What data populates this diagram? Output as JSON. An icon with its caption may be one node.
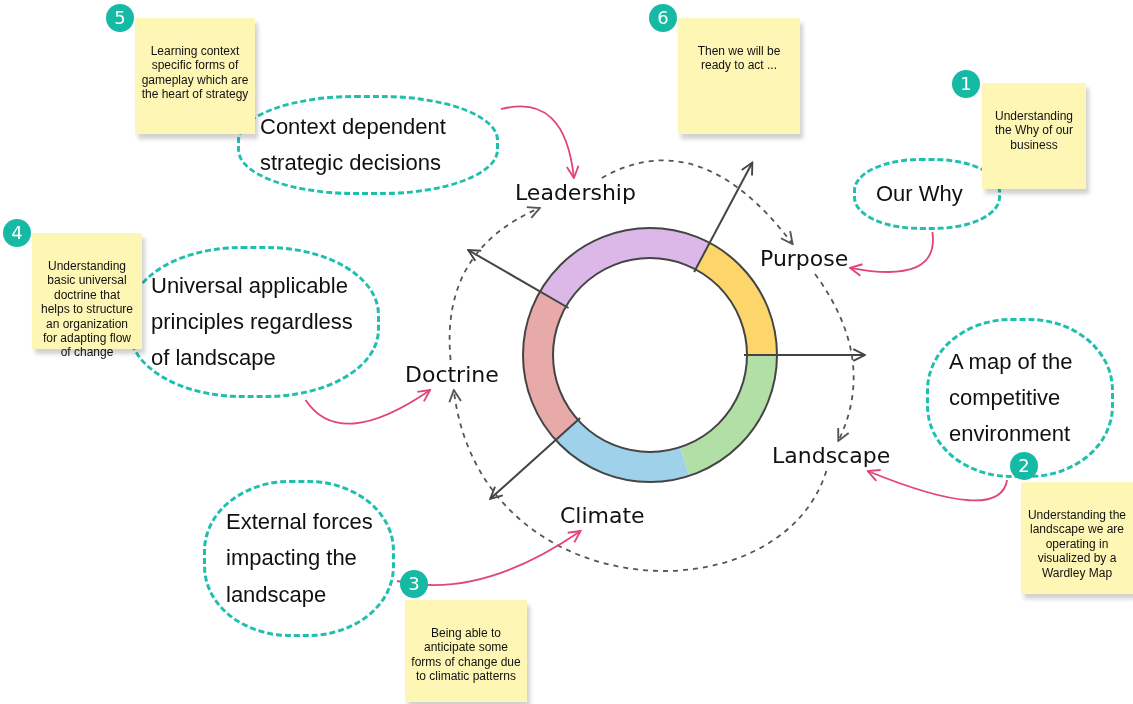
{
  "diagram": {
    "nodes": [
      {
        "text": [
          "Leadership"
        ]
      },
      {
        "text": [
          "Purpose"
        ]
      },
      {
        "text": [
          "Landscape"
        ]
      },
      {
        "text": [
          "Climate"
        ]
      },
      {
        "text": [
          "Doctrine"
        ]
      },
      {
        "text": [
          "Context dependent strategic decisions"
        ]
      },
      {
        "text": [
          "Our Why"
        ]
      },
      {
        "text": [
          "A map of the competitive environment"
        ]
      },
      {
        "text": [
          "External forces impacting the landscape"
        ]
      },
      {
        "text": [
          "Universal applicable principles regardless of landscape"
        ]
      },
      {
        "text": [
          "Learning context specific forms of gameplay which are the heart of strategy"
        ],
        "beside": [
          "5"
        ]
      },
      {
        "text": [
          "Then we will be ready to act ..."
        ],
        "beside": [
          "6"
        ]
      },
      {
        "text": [
          "Understanding the Why of our business"
        ],
        "beside": [
          "1"
        ]
      },
      {
        "text": [
          "Understanding the landscape we are operating in visualized by a Wardley Map"
        ],
        "beside": [
          "2"
        ]
      },
      {
        "text": [
          "Being able to anticipate some forms of change due to climatic patterns"
        ],
        "beside": [
          "3"
        ]
      },
      {
        "text": [
          "Understanding basic universal doctrine that helps to structure an organization for adapting flow of change"
        ],
        "beside": [
          "4"
        ]
      }
    ],
    "edges": [
      {
        "from": 0,
        "to": 1,
        "arrow": "to",
        "style": "dashed",
        "color": "#555555"
      },
      {
        "from": 1,
        "to": 2,
        "arrow": "to",
        "style": "dashed",
        "color": "#555555"
      },
      {
        "from": 2,
        "to": 4,
        "arrow": "to",
        "style": "dashed",
        "color": "#555555"
      },
      {
        "from": 4,
        "to": 0,
        "arrow": "to",
        "style": "dashed",
        "color": "#555555"
      },
      {
        "from": 5,
        "to": 0,
        "arrow": "to",
        "color": "#e0457b"
      },
      {
        "from": 6,
        "to": 1,
        "arrow": "to",
        "color": "#e0457b"
      },
      {
        "from": 7,
        "to": 2,
        "arrow": "to",
        "color": "#e0457b"
      },
      {
        "from": 8,
        "to": 3,
        "arrow": "to",
        "color": "#e0457b"
      },
      {
        "from": 9,
        "to": 4,
        "arrow": "to",
        "color": "#e0457b"
      }
    ]
  }
}
